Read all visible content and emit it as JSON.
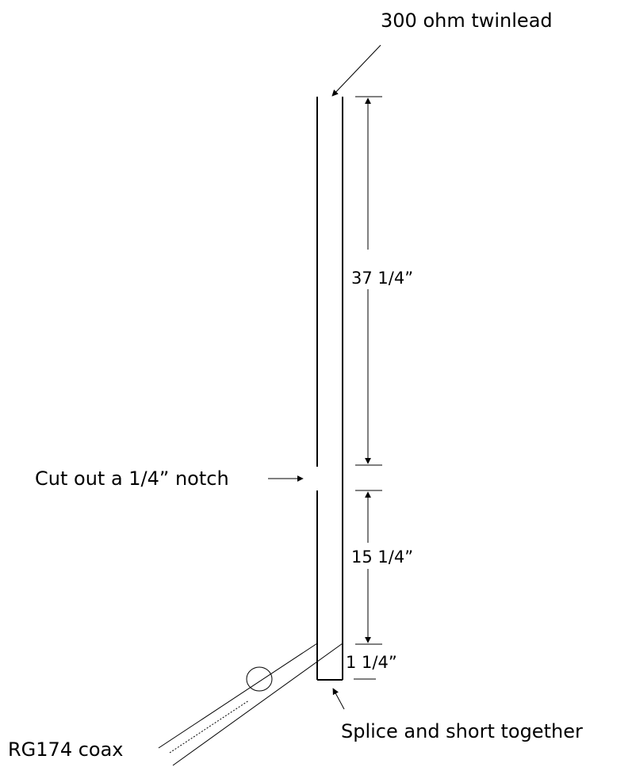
{
  "labels": {
    "twinlead": "300 ohm twinlead",
    "notch": "Cut out a 1/4” notch",
    "splice": "Splice and short together",
    "coax": "RG174  coax"
  },
  "dimensions": {
    "upper": "37 1/4”",
    "middle": "15 1/4”",
    "bottom": "1 1/4”"
  }
}
